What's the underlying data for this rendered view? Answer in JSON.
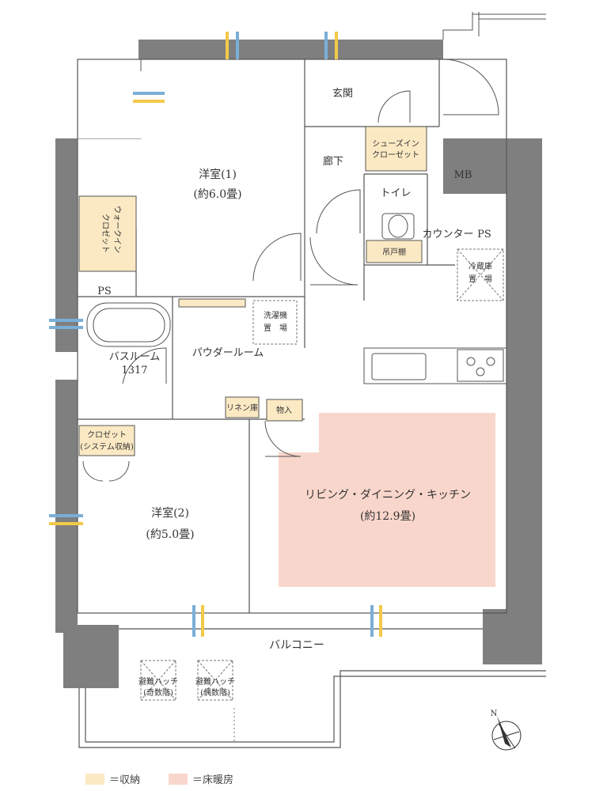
{
  "colors": {
    "wall": "#7f7f7f",
    "storage": "#fbe9c4",
    "floor_heating": "#f9d6cb",
    "line": "#555555",
    "vent_blue": "#7aaed6",
    "vent_yellow": "#f3c94a"
  },
  "rooms": {
    "western1": {
      "name": "洋室(1)",
      "size": "(約6.0畳)"
    },
    "western2": {
      "name": "洋室(2)",
      "size": "(約5.0畳)"
    },
    "ldk": {
      "name": "リビング・ダイニング・キッチン",
      "size": "(約12.9畳)"
    },
    "entrance": "玄関",
    "hallway": "廊下",
    "toilet": "トイレ",
    "hanging_shelf": "吊戸棚",
    "counter": "カウンター",
    "ps_kitchen": "PS",
    "fridge": {
      "line1": "冷蔵庫",
      "line2": "置　場"
    },
    "mb": "MB",
    "shoe_closet": {
      "line1": "シューズイン",
      "line2": "クローゼット"
    },
    "walkin": {
      "line1": "ウォークイン",
      "line2": "クロゼット"
    },
    "ps_left": "PS",
    "bathroom": {
      "name": "バスルーム",
      "size": "1317"
    },
    "powder": "パウダールーム",
    "washer": {
      "line1": "洗濯機",
      "line2": "置　場"
    },
    "linen": "リネン庫",
    "storage_small": "物入",
    "closet": {
      "line1": "クロゼット",
      "line2": "(システム収納)"
    },
    "balcony": "バルコニー",
    "hatch_odd": {
      "line1": "避難ハッチ",
      "line2": "(奇数階)"
    },
    "hatch_even": {
      "line1": "避難ハッチ",
      "line2": "(偶数階)"
    },
    "north": "N"
  },
  "legend": {
    "storage": "＝収納",
    "floor_heating": "＝床暖房"
  }
}
